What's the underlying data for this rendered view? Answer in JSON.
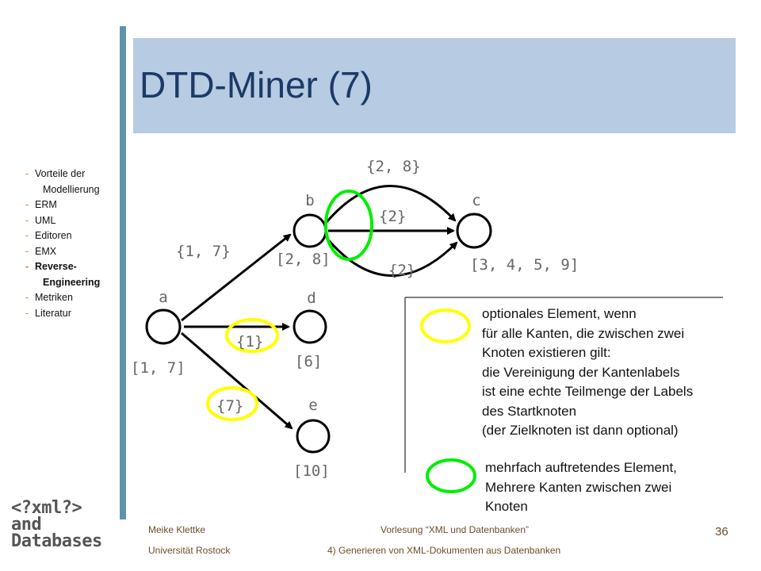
{
  "title": "DTD-Miner (7)",
  "sidebar": {
    "items": [
      {
        "label": "Vorteile der Modellierung",
        "line1": "Vorteile der",
        "line2": "Modellierung",
        "active": false
      },
      {
        "label": "ERM",
        "active": false
      },
      {
        "label": "UML",
        "active": false
      },
      {
        "label": "Editoren",
        "active": false
      },
      {
        "label": "EMX",
        "active": false
      },
      {
        "label": "Reverse-Engineering",
        "line1": "Reverse-",
        "line2": "Engineering",
        "active": true
      },
      {
        "label": "Metriken",
        "active": false
      },
      {
        "label": "Literatur",
        "active": false
      }
    ]
  },
  "graph": {
    "nodes": {
      "a": {
        "name": "a",
        "set": "[1, 7]"
      },
      "b": {
        "name": "b",
        "set": "[2, 8]"
      },
      "c": {
        "name": "c",
        "set": "[3, 4, 5, 9]"
      },
      "d": {
        "name": "d",
        "set": "[6]"
      },
      "e": {
        "name": "e",
        "set": "[10]"
      }
    },
    "edges": {
      "a_b": "{1, 7}",
      "a_d": "{1}",
      "a_e": "{7}",
      "b_c_top": "{2, 8}",
      "b_c_mid": "{2}",
      "b_c_bot": "{2}"
    }
  },
  "legend": {
    "optional": {
      "color": "#ffff00",
      "lines": [
        "optionales Element, wenn",
        "für alle Kanten, die zwischen zwei",
        "Knoten existieren gilt:",
        "die Vereinigung der Kantenlabels",
        "ist eine echte Teilmenge der Labels",
        "des Startknoten",
        "(der Zielknoten ist dann optional)"
      ]
    },
    "multiple": {
      "color": "#00ee00",
      "lines": [
        "mehrfach auftretendes Element,",
        "Mehrere Kanten zwischen zwei",
        "Knoten"
      ]
    }
  },
  "footer": {
    "author": "Meike Klettke",
    "university": "Universität Rostock",
    "lecture": "Vorlesung “XML und Datenbanken”",
    "chapter": "4) Generieren von XML-Dokumenten aus Datenbanken",
    "page": "36"
  },
  "logo": {
    "line1": "<?xml?>",
    "line2": "and",
    "line3": "Databases"
  },
  "colors": {
    "accent_bar": "#5f93aa",
    "title_bg": "#b7cbe3",
    "title_text": "#1b3a66",
    "bullet": "#e07a27"
  }
}
